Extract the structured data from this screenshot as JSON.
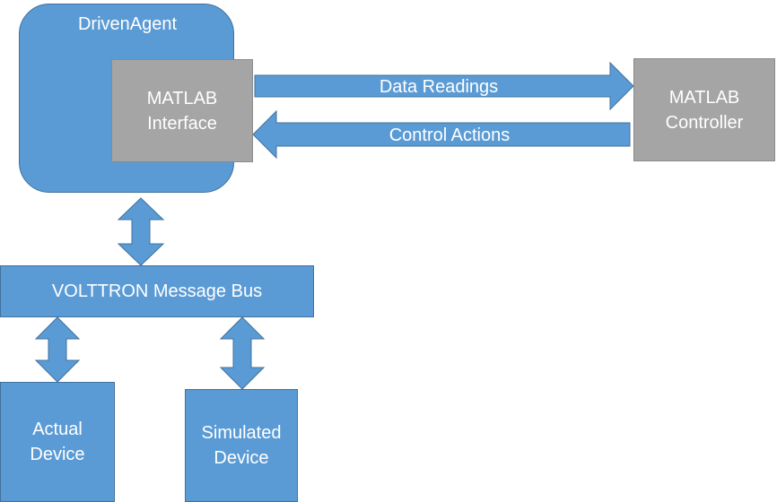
{
  "nodes": {
    "driven_agent": {
      "label": "DrivenAgent"
    },
    "matlab_interface": {
      "label": "MATLAB\nInterface"
    },
    "matlab_controller": {
      "label": "MATLAB\nController"
    },
    "message_bus": {
      "label": "VOLTTRON Message Bus"
    },
    "actual_device": {
      "label": "Actual\nDevice"
    },
    "simulated_device": {
      "label": "Simulated\nDevice"
    }
  },
  "edges": {
    "data_readings": {
      "label": "Data Readings",
      "from": "MATLAB Interface",
      "to": "MATLAB Controller"
    },
    "control_actions": {
      "label": "Control Actions",
      "from": "MATLAB Controller",
      "to": "MATLAB Interface"
    }
  },
  "colors": {
    "blue_fill": "#5b9bd5",
    "blue_stroke": "#41719c",
    "gray_fill": "#a5a5a5"
  }
}
